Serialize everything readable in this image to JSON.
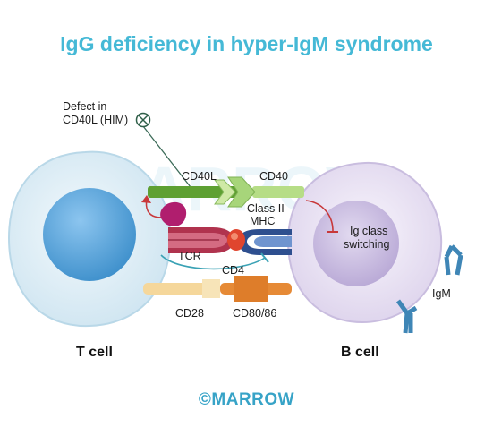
{
  "title": "IgG deficiency in hyper-IgM syndrome",
  "watermark": "MARROW",
  "brand": "©MARROW",
  "labels": {
    "defect_line1": "Defect in",
    "defect_line2": "CD40L (HIM)",
    "cd40l": "CD40L",
    "cd40": "CD40",
    "class_ii_line1": "Class II",
    "class_ii_line2": "MHC",
    "tcr": "TCR",
    "cd4": "CD4",
    "ig_switch_line1": "Ig class",
    "ig_switch_line2": "switching",
    "igm": "IgM",
    "cd28": "CD28",
    "cd80_86": "CD80/86",
    "t_cell": "T cell",
    "b_cell": "B cell"
  },
  "colors": {
    "title": "#45b9d6",
    "brand": "#37a3c7",
    "t_cell_fill": "#dcedf6",
    "t_cell_nucleus": "#4a9fd8",
    "b_cell_fill": "#ebe4f4",
    "b_cell_nucleus": "#c3b3da",
    "cd40l_bar": "#5ea032",
    "cd40_bar": "#a7d57a",
    "tcr": "#b0334e",
    "mhc": "#2e4f8f",
    "peptide": "#e0452e",
    "costim": "#f0b048",
    "inhibit_red": "#c8383a",
    "antibody": "#3f86b6",
    "inhibit_circle": "#2f5f49"
  }
}
